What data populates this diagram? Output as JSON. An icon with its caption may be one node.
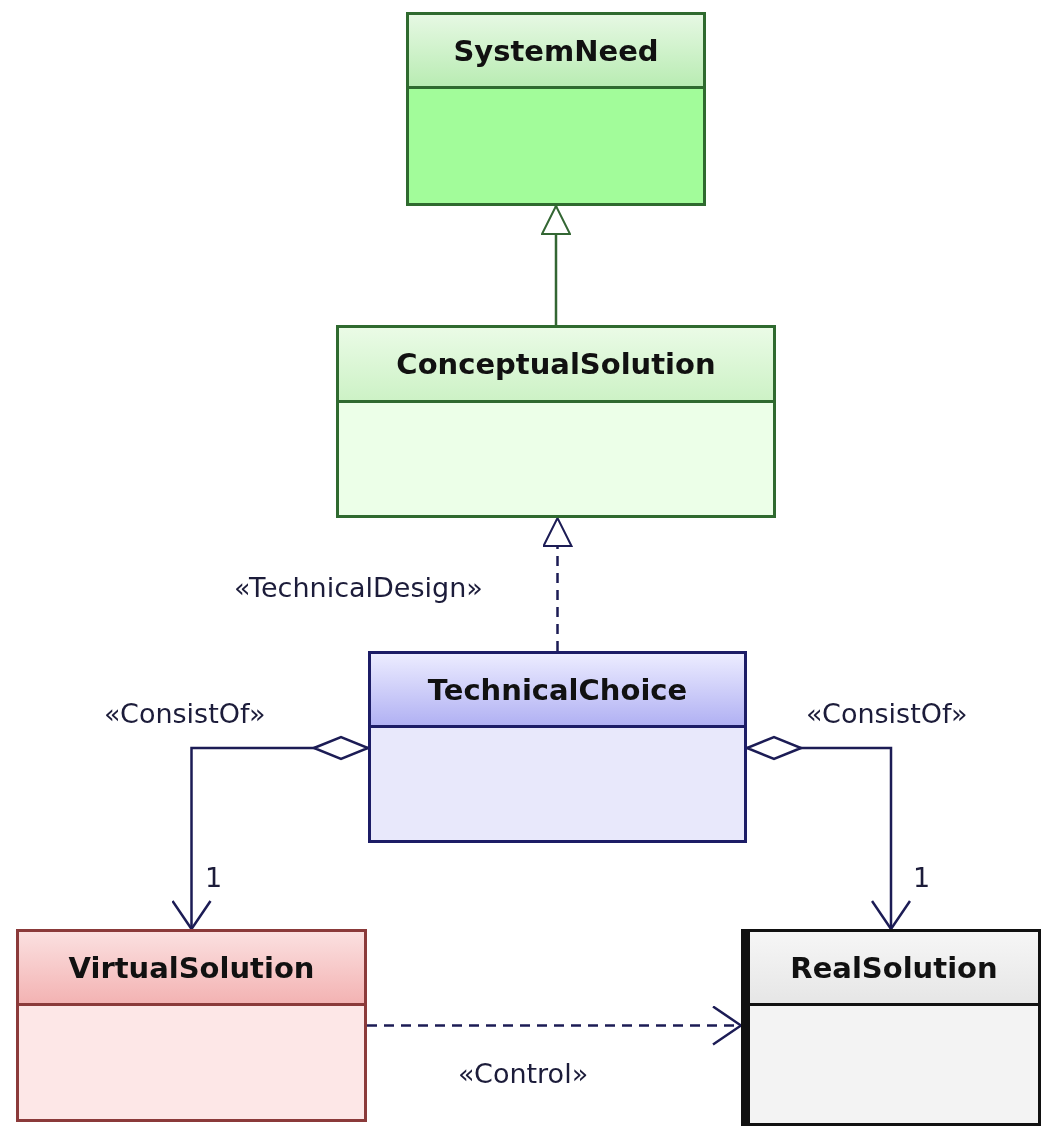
{
  "diagram": {
    "nodes": [
      {
        "text": [
          "SystemNeed"
        ]
      },
      {
        "text": [
          "ConceptualSolution"
        ]
      },
      {
        "text": [
          "TechnicalChoice"
        ]
      },
      {
        "text": [
          "VirtualSolution"
        ]
      },
      {
        "text": [
          "RealSolution"
        ]
      }
    ],
    "edges": [
      {
        "from": 1,
        "to": 0,
        "arrow": "to",
        "color": "#336633"
      },
      {
        "from": 2,
        "to": 1,
        "arrow": "to",
        "style": "dashed",
        "label": "«TechnicalDesign»"
      },
      {
        "from": 2,
        "to": 3,
        "arrow": "to",
        "label": "«ConsistOf»"
      },
      {
        "from": 2,
        "to": 4,
        "arrow": "to",
        "label": "«ConsistOf»"
      },
      {
        "from": 3,
        "to": 4,
        "arrow": "to",
        "style": "dashed",
        "label": "«Control»"
      }
    ],
    "labels": [
      "1",
      "1"
    ]
  }
}
